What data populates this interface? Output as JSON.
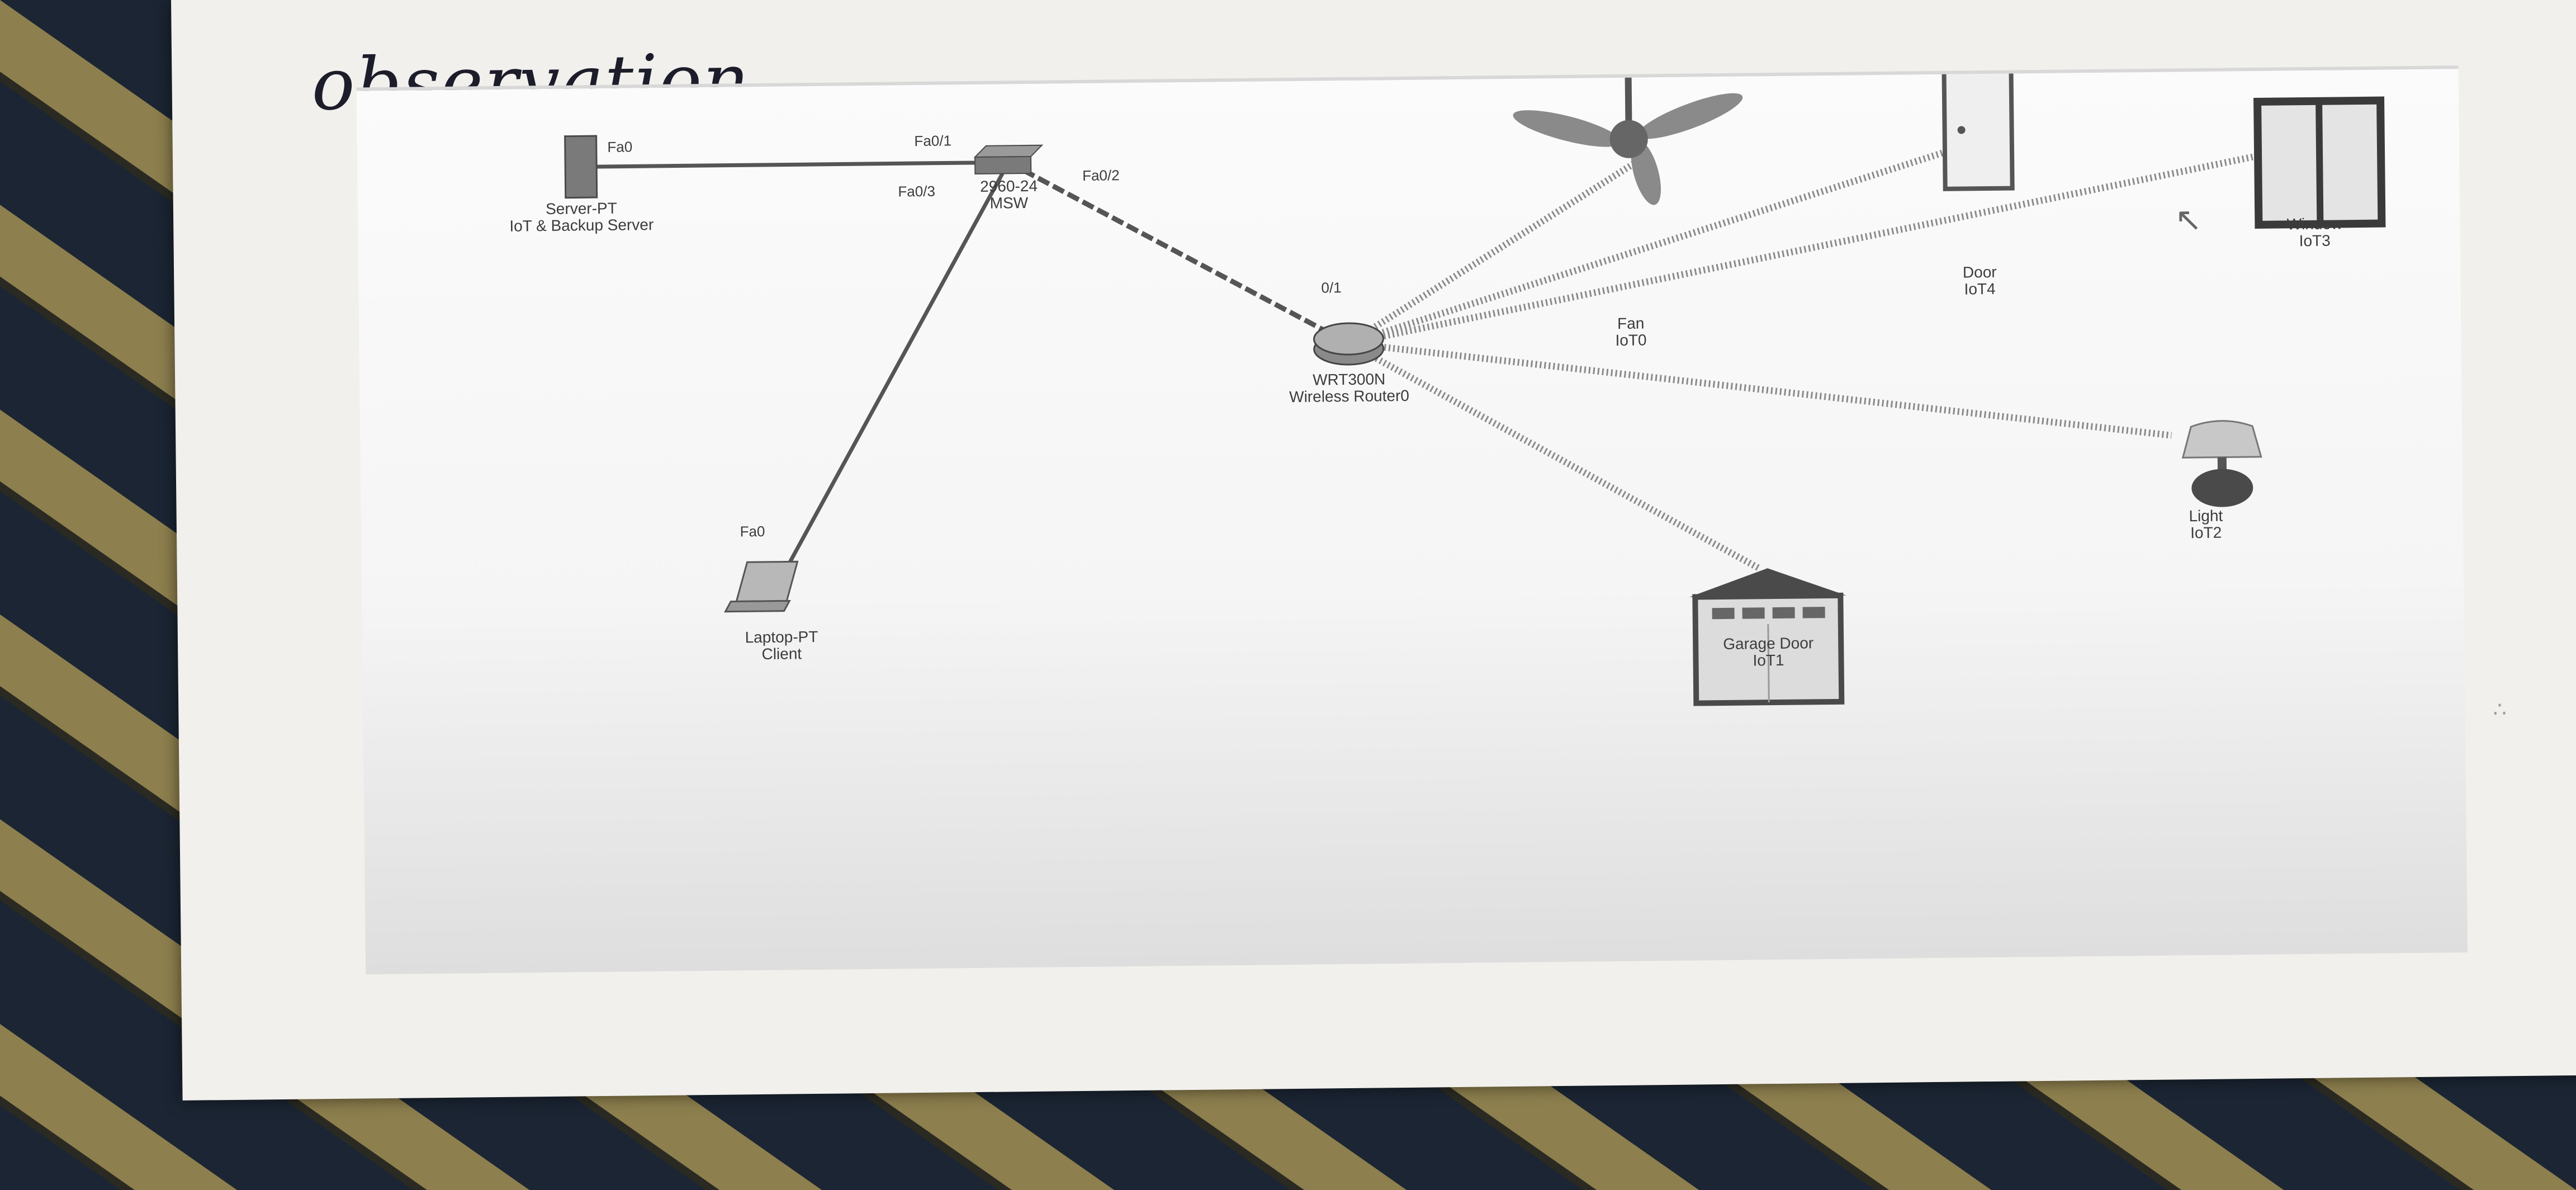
{
  "page": {
    "heading": "observation."
  },
  "devices": [
    {
      "id": "server",
      "type": "server",
      "name": "Server-PT",
      "label": "IoT & Backup Server"
    },
    {
      "id": "switch",
      "type": "switch",
      "name": "2960-24",
      "label": "MSW"
    },
    {
      "id": "laptop",
      "type": "laptop",
      "name": "Laptop-PT",
      "label": "Client"
    },
    {
      "id": "router",
      "type": "wireless-router",
      "name": "WRT300N",
      "label": "Wireless Router0"
    },
    {
      "id": "fan",
      "type": "ceiling-fan",
      "name": "Fan",
      "label": "IoT0"
    },
    {
      "id": "door",
      "type": "door",
      "name": "Door",
      "label": "IoT4"
    },
    {
      "id": "window",
      "type": "window",
      "name": "Window",
      "label": "IoT3"
    },
    {
      "id": "light",
      "type": "lamp",
      "name": "Light",
      "label": "IoT2"
    },
    {
      "id": "garage",
      "type": "garage-door",
      "name": "Garage Door",
      "label": "IoT1"
    }
  ],
  "links": [
    {
      "from": "server",
      "to": "switch",
      "kind": "copper",
      "from_port": "Fa0",
      "to_port": "Fa0/1"
    },
    {
      "from": "switch",
      "to": "laptop",
      "kind": "copper",
      "from_port": "Fa0/3",
      "to_port": "Fa0"
    },
    {
      "from": "switch",
      "to": "router",
      "kind": "copper-dashed",
      "from_port": "Fa0/2",
      "to_port": "0/1"
    },
    {
      "from": "router",
      "to": "fan",
      "kind": "wireless"
    },
    {
      "from": "router",
      "to": "door",
      "kind": "wireless"
    },
    {
      "from": "router",
      "to": "window",
      "kind": "wireless"
    },
    {
      "from": "router",
      "to": "light",
      "kind": "wireless"
    },
    {
      "from": "router",
      "to": "garage",
      "kind": "wireless"
    }
  ],
  "colors": {
    "paper": "#f1f0ec",
    "ink": "#1c1c2a",
    "link": "#555555",
    "wireless": "#8a8a8a",
    "fabric_stripe": "#8d7f4e"
  }
}
